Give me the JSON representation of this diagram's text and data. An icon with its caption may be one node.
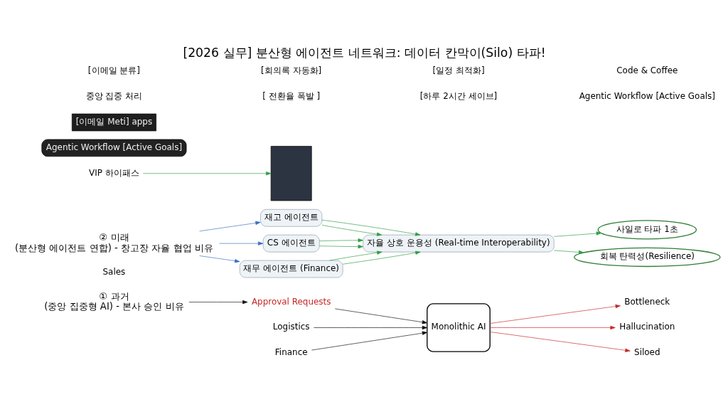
{
  "diagram": {
    "title": "[2026 실무] 분산형 에이전트 네트워크: 데이터 칸막이(Silo) 타파!",
    "nodes": [
      {
        "text": [
          "① 과거",
          "(중앙 집중형 AI) - 본사 승인 비유"
        ]
      },
      {
        "text": [
          "Approval Requests"
        ]
      },
      {
        "text": [
          "Sales"
        ]
      },
      {
        "text": [
          "Logistics"
        ]
      },
      {
        "text": [
          "Finance"
        ]
      },
      {
        "text": [
          "Monolithic AI"
        ]
      },
      {
        "text": [
          "Bottleneck"
        ]
      },
      {
        "text": [
          "Hallucination"
        ]
      },
      {
        "text": [
          "Siloed"
        ]
      },
      {
        "text": [
          "② 미래",
          "(분산형 에이전트 연합) - 창고장 자율 협업 비유"
        ]
      },
      {
        "text": [
          "재고 에이전트"
        ]
      },
      {
        "text": [
          "CS 에이전트"
        ]
      },
      {
        "text": [
          "재무 에이전트 (Finance)"
        ]
      },
      {
        "text": [
          "자율 상호 운용성 (Real-time Interoperability)"
        ]
      },
      {
        "text": [
          "사일로 타파 1초"
        ]
      },
      {
        "text": [
          "회복 탄력성(Resilience)"
        ]
      },
      {
        "text": [
          "VIP 하이패스"
        ]
      },
      {
        "text": [
          "Agentic Workflow [Active Goals]"
        ]
      },
      {
        "text": [
          "[이메일 Meti] apps"
        ]
      },
      {
        "text": [],
        "shape": "person"
      }
    ],
    "edges": [
      {
        "from": 0,
        "to": 1,
        "arrow": "to",
        "color": "#111111"
      },
      {
        "from": 1,
        "to": 5,
        "arrow": "to",
        "color": "#111111"
      },
      {
        "from": 3,
        "to": 5,
        "arrow": "to",
        "color": "#111111"
      },
      {
        "from": 4,
        "to": 5,
        "arrow": "to",
        "color": "#111111"
      },
      {
        "from": 5,
        "to": 6,
        "arrow": "to",
        "color": "#c62828"
      },
      {
        "from": 5,
        "to": 7,
        "arrow": "to",
        "color": "#c62828"
      },
      {
        "from": 5,
        "to": 8,
        "arrow": "to",
        "color": "#c62828"
      },
      {
        "from": 9,
        "to": 10,
        "arrow": "to",
        "color": "#3b6fc4"
      },
      {
        "from": 9,
        "to": 11,
        "arrow": "to",
        "color": "#3b6fc4"
      },
      {
        "from": 9,
        "to": 12,
        "arrow": "to",
        "color": "#3b6fc4"
      },
      {
        "from": 10,
        "to": 13,
        "arrow": "to"
      },
      {
        "from": 10,
        "to": 13,
        "arrow": "to"
      },
      {
        "from": 11,
        "to": 13,
        "arrow": "to"
      },
      {
        "from": 11,
        "to": 13,
        "arrow": "to"
      },
      {
        "from": 12,
        "to": 13,
        "arrow": "to"
      },
      {
        "from": 12,
        "to": 13,
        "arrow": "to"
      },
      {
        "from": 13,
        "to": 14,
        "arrow": "to"
      },
      {
        "from": 13,
        "to": 15,
        "arrow": "to"
      },
      {
        "from": 16,
        "to": 19,
        "arrow": "to"
      }
    ],
    "labels": [
      "중앙 집중 처리",
      "[ 전환율 폭발 ]",
      "[하루 2시간 세이브]",
      "Agentic Workflow [Active Goals]",
      "[이메일 분류]",
      "[회의록 자동화]",
      "[일정 최적화]",
      "Code & Coffee"
    ]
  }
}
